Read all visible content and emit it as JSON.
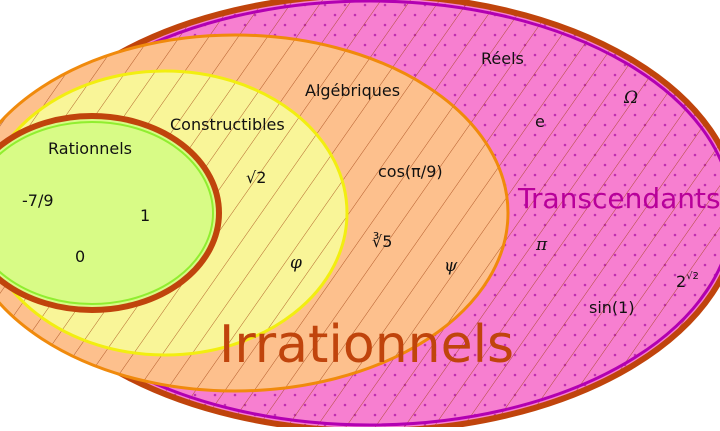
{
  "sets": {
    "reels": "Réels",
    "algebriques": "Algébriques",
    "constructibles": "Constructibles",
    "rationnels": "Rationnels",
    "irrationnels": "Irrationnels",
    "transcendants": "Transcendants"
  },
  "elements": {
    "minus_seven_ninths": "-7/9",
    "one": "1",
    "zero": "0",
    "sqrt_two": "√2",
    "phi": "φ",
    "cos_pi_9": "cos(π/9)",
    "cbrt_five": "∛5",
    "psi": "ψ",
    "e": "e",
    "omega": "Ω",
    "pi": "π",
    "two_pow_base": "2",
    "two_pow_exp": "√2",
    "sin_one": "sin(1)"
  },
  "colors": {
    "reels_fill": "#f77fd0",
    "reels_outline": "#c0440c",
    "transcendants_outline": "#b200b2",
    "algebriques_fill": "#fdc08d",
    "algebriques_outline": "#f08a0c",
    "constructibles_fill": "#f9f598",
    "constructibles_outline": "#f2ee10",
    "rationnels_fill": "#d8fb86",
    "rationnels_outline": "#c0440c",
    "rationnels_inner_outline": "#90ee30",
    "irrationnels_text": "#c0440c",
    "transcendants_text": "#b8009a",
    "hatch": "#a04010",
    "dots": "#c030b0"
  }
}
